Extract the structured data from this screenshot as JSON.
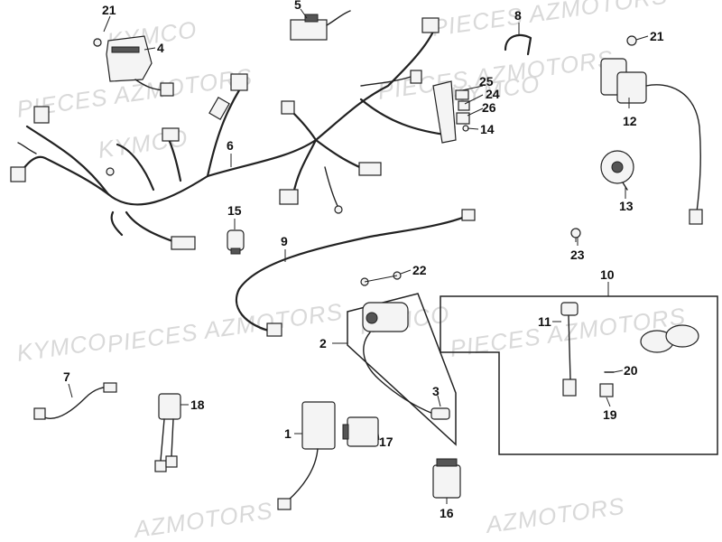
{
  "watermarks": [
    "PIECES AZMOTORS",
    "KYMCO",
    "PIECES AZMOTORS",
    "KYMCO",
    "PIECES AZMOTORS",
    "KYMCO",
    "PIECES AZMOTORS",
    "KYMCO",
    "PIECES AZMOTORS",
    "KYMCO",
    "AZMOTORS",
    "AZMOTORS"
  ],
  "callouts": {
    "c1": "1",
    "c2": "2",
    "c3": "3",
    "c4": "4",
    "c5": "5",
    "c6": "6",
    "c7": "7",
    "c8": "8",
    "c9": "9",
    "c10": "10",
    "c11": "11",
    "c12": "12",
    "c13": "13",
    "c14": "14",
    "c15": "15",
    "c16": "16",
    "c17": "17",
    "c18": "18",
    "c19": "19",
    "c20": "20",
    "c21a": "21",
    "c21b": "21",
    "c22": "22",
    "c23": "23",
    "c24": "24",
    "c25": "25",
    "c26": "26"
  }
}
